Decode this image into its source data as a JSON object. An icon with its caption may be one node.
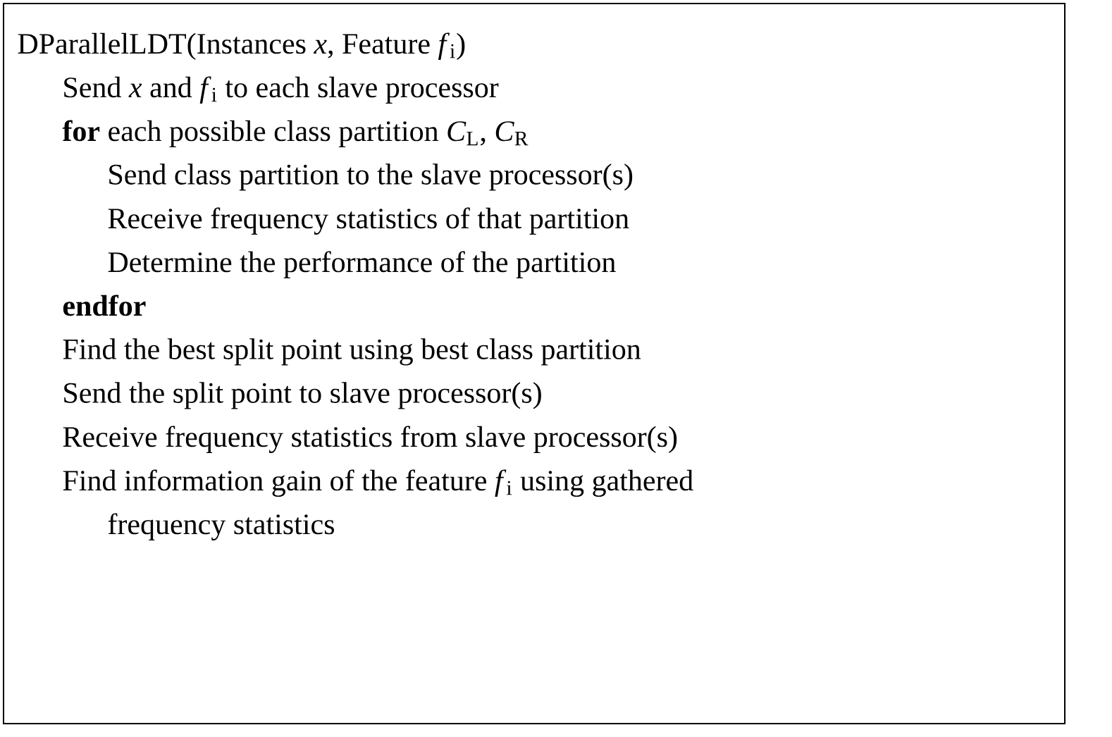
{
  "diagram": {
    "nodes": [
      {
        "text": [
          "DParallelLDT(Instances *x*, Feature *f*$_{i}$)",
          "Send *x* and *f*$_{i}$ to each slave processor",
          "**for** each possible class partition *C*$_{L}$, *C*$_{R}$",
          "Send class partition to the slave processor(s)",
          "Receive frequency statistics of that partition",
          "Determine the performance of the partition",
          "endfor",
          "Find the best split point using best class partition",
          "Send the split point to slave processor(s)",
          "Receive frequency statistics from slave processor(s)",
          "Find information gain of the feature *f*$_{i}$ using gathered frequency statistics"
        ]
      }
    ]
  }
}
